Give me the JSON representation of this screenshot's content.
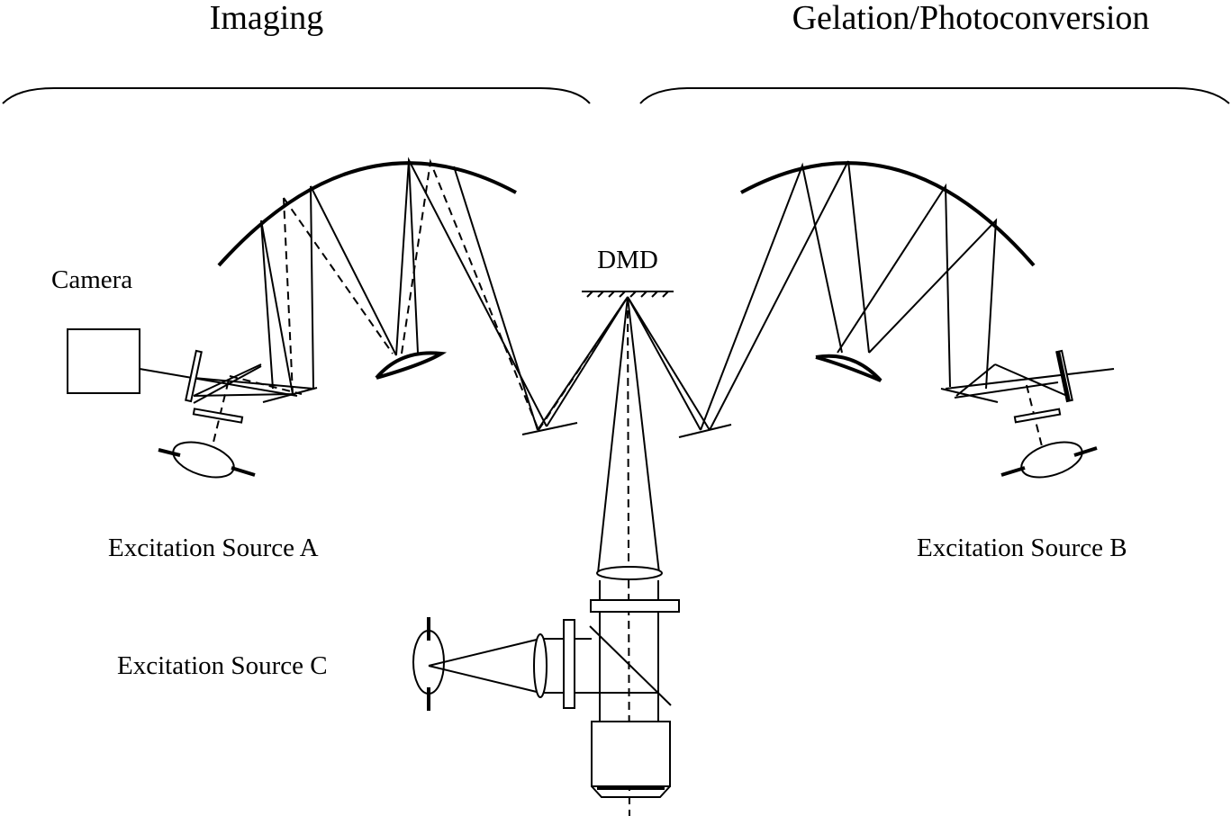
{
  "labels": {
    "imaging": "Imaging",
    "gelation": "Gelation/Photoconversion",
    "dmd": "DMD",
    "camera": "Camera",
    "source_a": "Excitation Source A",
    "source_b": "Excitation Source B",
    "source_c": "Excitation Source C"
  }
}
